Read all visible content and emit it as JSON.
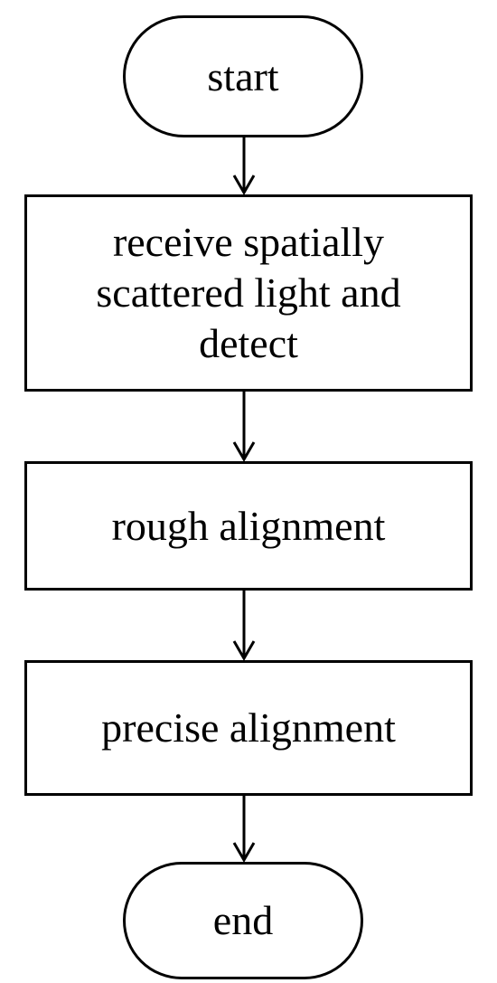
{
  "flowchart": {
    "start": {
      "label": "start"
    },
    "steps": [
      {
        "label": "receive spatially scattered light and detect"
      },
      {
        "label": "rough alignment"
      },
      {
        "label": "precise alignment"
      }
    ],
    "end": {
      "label": "end"
    }
  },
  "colors": {
    "stroke": "#000000",
    "background": "#ffffff",
    "text": "#000000"
  }
}
